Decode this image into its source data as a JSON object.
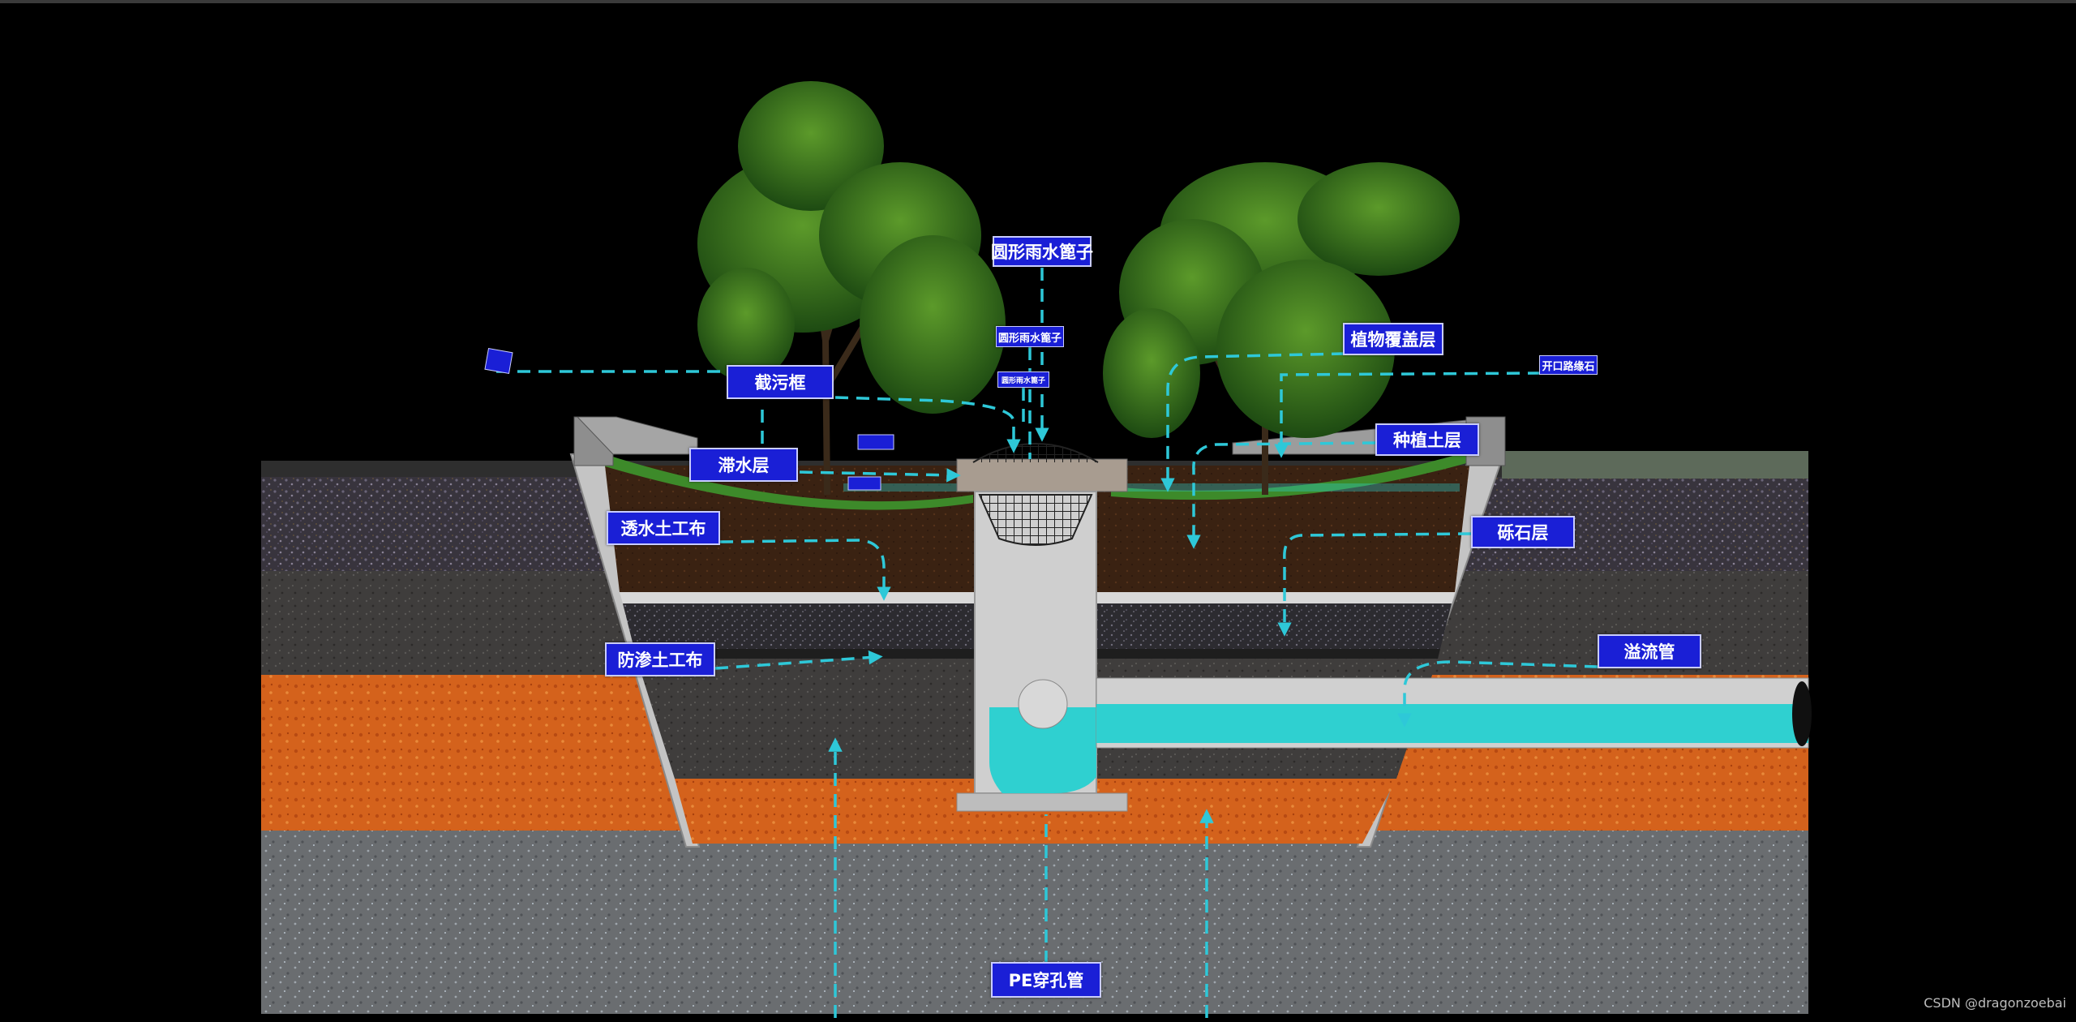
{
  "labels": {
    "grate_top": "圆形雨水篦子",
    "grate_mid": "圆形雨水篦子",
    "grate_small": "圆形雨水篦子",
    "vegetation_cover": "植物覆盖层",
    "curb_opening": "开口路缘石",
    "pollutant_frame": "截污框",
    "planting_soil": "种植土层",
    "ponding_layer": "滞水层",
    "permeable_geotextile": "透水土工布",
    "gravel_layer": "砾石层",
    "overflow_pipe": "溢流管",
    "impermeable_geotextile": "防渗土工布",
    "pe_pipe": "PE穿孔管"
  },
  "watermark": "CSDN @dragonzoebai",
  "colors": {
    "label_bg": "#1a1fd6",
    "label_border": "#c9ccff",
    "arrow": "#2ec8d8",
    "water": "#2fd0d0",
    "orange_soil": "#d9661a",
    "dark_soil": "#3a2414",
    "gravel": "#3b3840",
    "bedrock": "#6b6e72",
    "concrete": "#bdbdbd",
    "foliage": "#2f6a1c"
  }
}
